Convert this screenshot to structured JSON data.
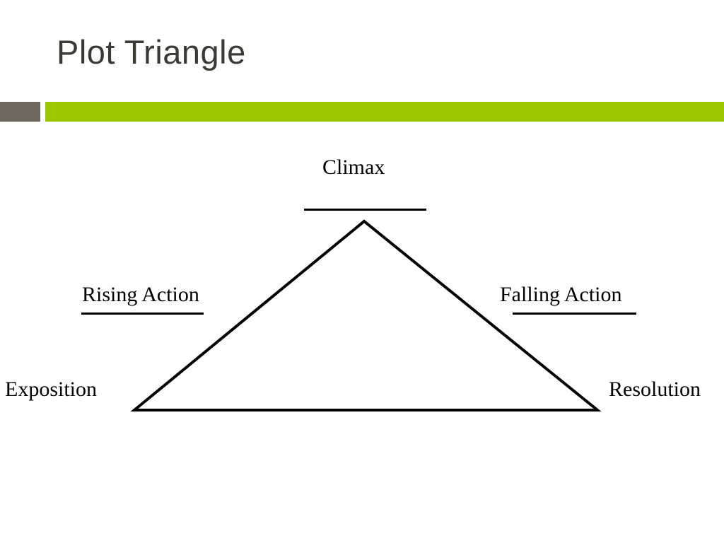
{
  "slide": {
    "title": "Plot Triangle",
    "title_color": "#3b3a33",
    "background_color": "#ffffff"
  },
  "accent_bar": {
    "gray_color": "#6e675d",
    "green_color": "#9bc802"
  },
  "diagram": {
    "type": "plot-triangle",
    "stroke_color": "#000000",
    "labels": {
      "climax": "Climax",
      "rising_action": "Rising Action",
      "falling_action": "Falling Action",
      "exposition": "Exposition",
      "resolution": "Resolution"
    }
  }
}
